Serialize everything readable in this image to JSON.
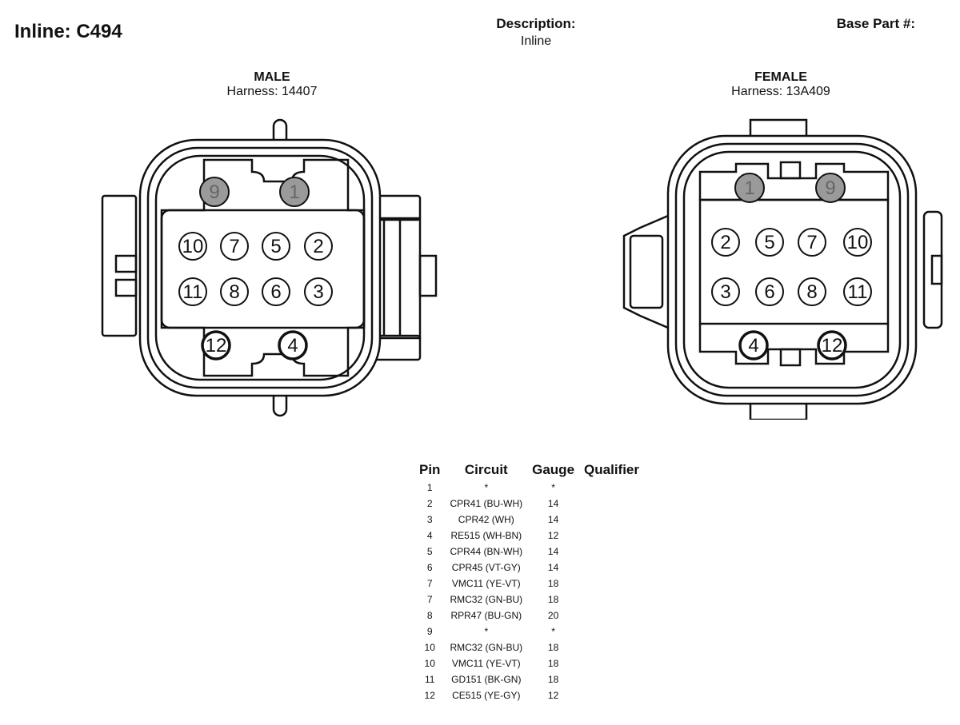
{
  "header": {
    "title": "Inline: C494",
    "description_label": "Description:",
    "description_value": "Inline",
    "base_part_label": "Base Part #:"
  },
  "male": {
    "name": "MALE",
    "harness": "Harness: 14407",
    "top_pins": [
      "9",
      "1"
    ],
    "row1": [
      "10",
      "7",
      "5",
      "2"
    ],
    "row2": [
      "11",
      "8",
      "6",
      "3"
    ],
    "bottom_pins": [
      "12",
      "4"
    ]
  },
  "female": {
    "name": "FEMALE",
    "harness": "Harness: 13A409",
    "top_pins": [
      "1",
      "9"
    ],
    "row1": [
      "2",
      "5",
      "7",
      "10"
    ],
    "row2": [
      "3",
      "6",
      "8",
      "11"
    ],
    "bottom_pins": [
      "4",
      "12"
    ]
  },
  "colors": {
    "line": "#111111",
    "shaded_pin": "#9a9a9a"
  },
  "pin_table": {
    "headers": [
      "Pin",
      "Circuit",
      "Gauge",
      "Qualifier"
    ],
    "rows": [
      [
        "1",
        "*",
        "*",
        ""
      ],
      [
        "2",
        "CPR41 (BU-WH)",
        "14",
        ""
      ],
      [
        "3",
        "CPR42 (WH)",
        "14",
        ""
      ],
      [
        "4",
        "RE515 (WH-BN)",
        "12",
        ""
      ],
      [
        "5",
        "CPR44 (BN-WH)",
        "14",
        ""
      ],
      [
        "6",
        "CPR45 (VT-GY)",
        "14",
        ""
      ],
      [
        "7",
        "VMC11 (YE-VT)",
        "18",
        ""
      ],
      [
        "7",
        "RMC32 (GN-BU)",
        "18",
        ""
      ],
      [
        "8",
        "RPR47 (BU-GN)",
        "20",
        ""
      ],
      [
        "9",
        "*",
        "*",
        ""
      ],
      [
        "10",
        "RMC32 (GN-BU)",
        "18",
        ""
      ],
      [
        "10",
        "VMC11 (YE-VT)",
        "18",
        ""
      ],
      [
        "11",
        "GD151 (BK-GN)",
        "18",
        ""
      ],
      [
        "12",
        "CE515 (YE-GY)",
        "12",
        ""
      ]
    ]
  }
}
